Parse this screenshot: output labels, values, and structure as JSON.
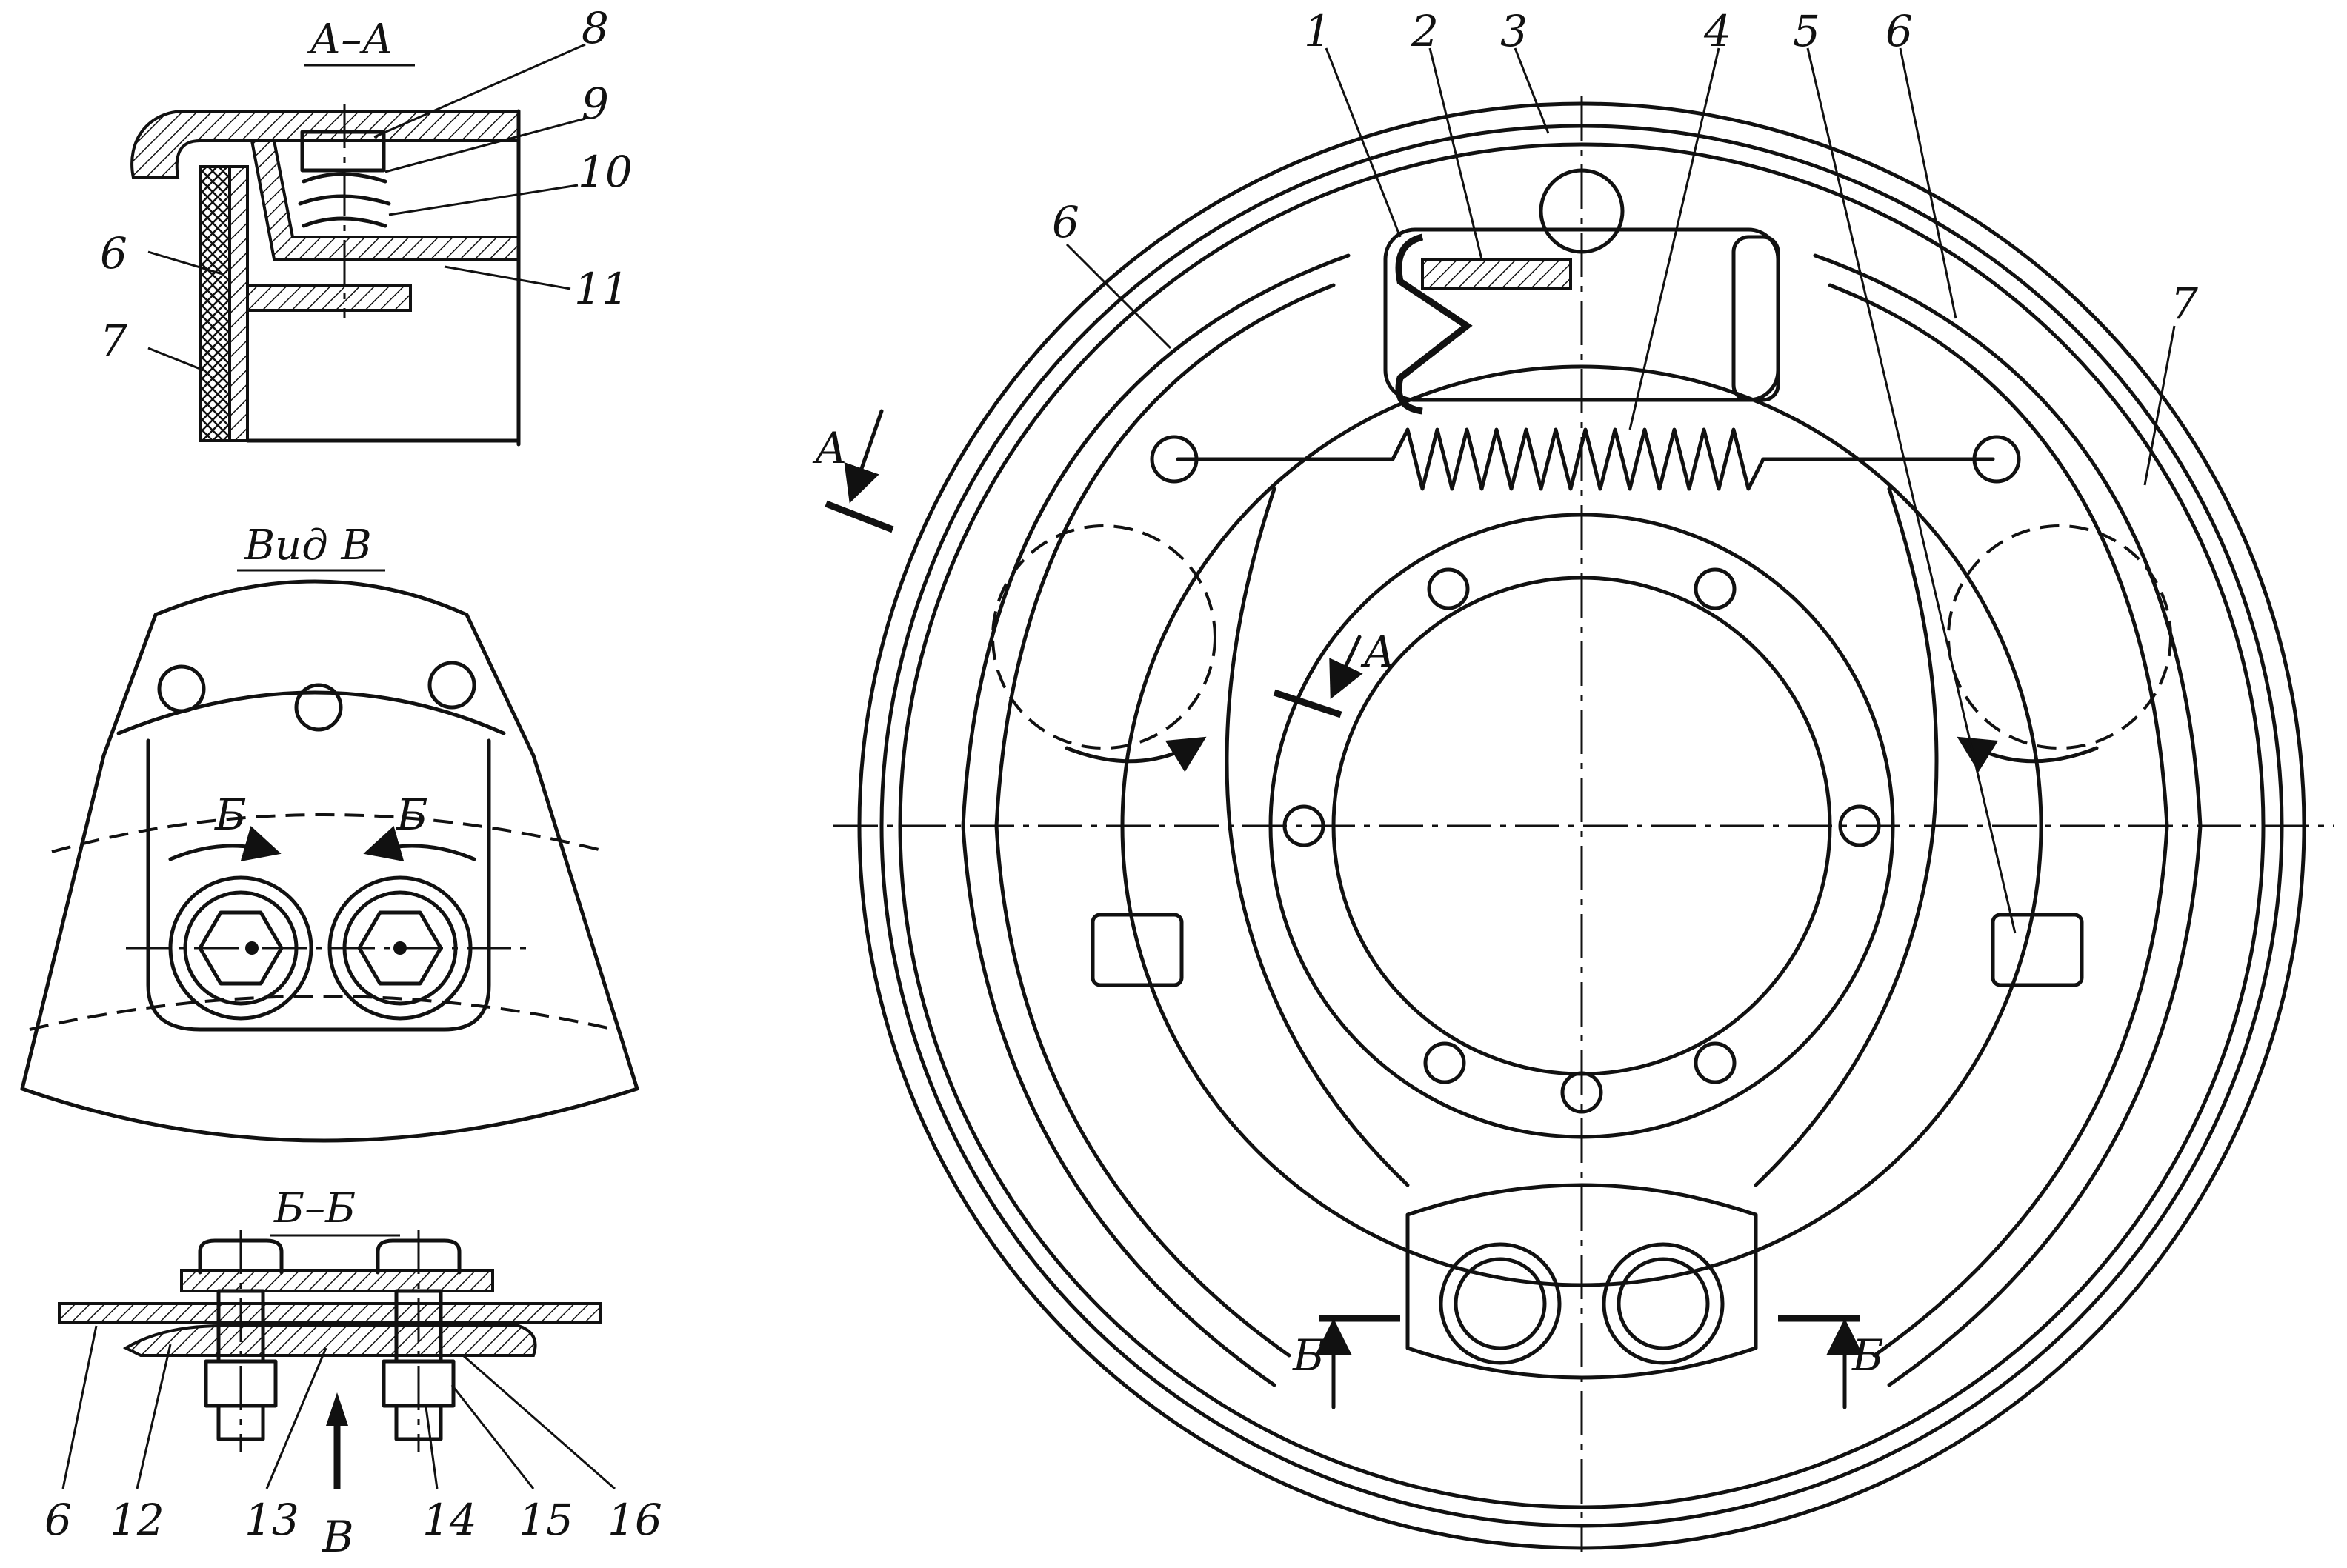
{
  "views": {
    "section_aa": {
      "title": "А–А",
      "labels": [
        "8",
        "9",
        "10",
        "11",
        "6",
        "7"
      ]
    },
    "view_b": {
      "title": "Вид В",
      "arrow_labels": [
        "Б",
        "Б"
      ]
    },
    "section_bb": {
      "title": "Б–Б",
      "labels": [
        "6",
        "12",
        "13",
        "В",
        "14",
        "15",
        "16"
      ]
    }
  },
  "main_view": {
    "top_labels": [
      "1",
      "2",
      "3",
      "4",
      "5",
      "6"
    ],
    "side_labels": [
      "6",
      "7"
    ],
    "section_marks": [
      "А",
      "А",
      "Б",
      "Б"
    ]
  },
  "colors": {
    "ink": "#111111",
    "paper": "#ffffff"
  }
}
